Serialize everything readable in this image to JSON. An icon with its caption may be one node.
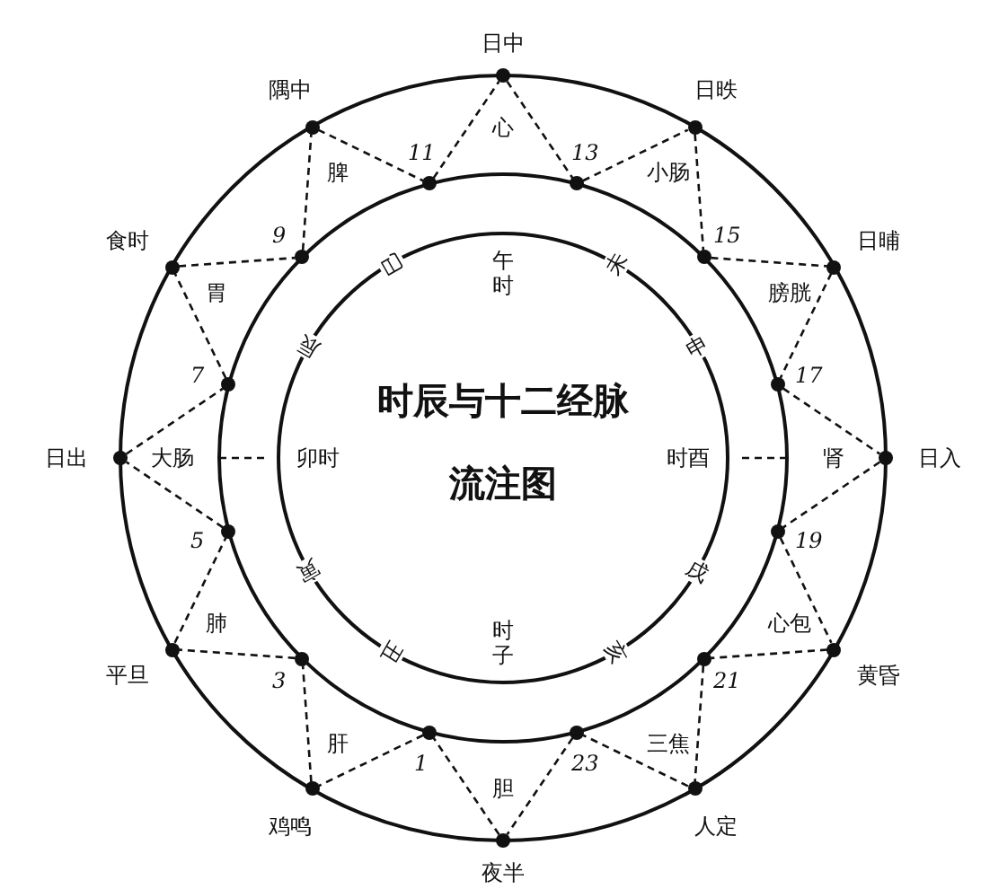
{
  "diagram": {
    "title": "时辰与十二经脉流注图",
    "nodes": [
      {
        "text": [],
        "shape": "circle",
        "beside": [
          "日中"
        ]
      },
      {
        "text": [],
        "shape": "circle",
        "beside": [
          "13"
        ]
      },
      {
        "text": [],
        "shape": "circle",
        "beside": [
          "日昳"
        ]
      },
      {
        "text": [],
        "shape": "circle",
        "beside": [
          "15"
        ]
      },
      {
        "text": [],
        "shape": "circle",
        "beside": [
          "日晡"
        ]
      },
      {
        "text": [],
        "shape": "circle",
        "beside": [
          "17"
        ]
      },
      {
        "text": [],
        "shape": "circle",
        "beside": [
          "日入"
        ]
      },
      {
        "text": [],
        "shape": "circle",
        "beside": [
          "19"
        ]
      },
      {
        "text": [],
        "shape": "circle",
        "beside": [
          "黄昏"
        ]
      },
      {
        "text": [],
        "shape": "circle",
        "beside": [
          "21"
        ]
      },
      {
        "text": [],
        "shape": "circle",
        "beside": [
          "人定"
        ]
      },
      {
        "text": [],
        "shape": "circle",
        "beside": [
          "23"
        ]
      },
      {
        "text": [],
        "shape": "circle",
        "beside": [
          "夜半"
        ]
      },
      {
        "text": [],
        "shape": "circle",
        "beside": [
          "1"
        ]
      },
      {
        "text": [],
        "shape": "circle",
        "beside": [
          "鸡鸣"
        ]
      },
      {
        "text": [],
        "shape": "circle",
        "beside": [
          "3"
        ]
      },
      {
        "text": [],
        "shape": "circle",
        "beside": [
          "平旦"
        ]
      },
      {
        "text": [],
        "shape": "circle",
        "beside": [
          "5"
        ]
      },
      {
        "text": [],
        "shape": "circle",
        "beside": [
          "日出"
        ]
      },
      {
        "text": [],
        "shape": "circle",
        "beside": [
          "7"
        ]
      },
      {
        "text": [],
        "shape": "circle",
        "beside": [
          "食时"
        ]
      },
      {
        "text": [],
        "shape": "circle",
        "beside": [
          "9"
        ]
      },
      {
        "text": [],
        "shape": "circle",
        "beside": [
          "隅中"
        ]
      },
      {
        "text": [],
        "shape": "circle",
        "beside": [
          "11"
        ]
      }
    ],
    "edges": [
      {
        "from": 0,
        "to": 1,
        "arrow": "none",
        "style": "dashed"
      },
      {
        "from": 1,
        "to": 2,
        "arrow": "none",
        "style": "dashed"
      },
      {
        "from": 2,
        "to": 3,
        "arrow": "none",
        "style": "dashed"
      },
      {
        "from": 3,
        "to": 4,
        "arrow": "none",
        "style": "dashed"
      },
      {
        "from": 4,
        "to": 5,
        "arrow": "none",
        "style": "dashed"
      },
      {
        "from": 5,
        "to": 6,
        "arrow": "none",
        "style": "dashed"
      },
      {
        "from": 6,
        "to": 7,
        "arrow": "none",
        "style": "dashed"
      },
      {
        "from": 7,
        "to": 8,
        "arrow": "none",
        "style": "dashed"
      },
      {
        "from": 8,
        "to": 9,
        "arrow": "none",
        "style": "dashed"
      },
      {
        "from": 9,
        "to": 10,
        "arrow": "none",
        "style": "dashed"
      },
      {
        "from": 10,
        "to": 11,
        "arrow": "none",
        "style": "dashed"
      },
      {
        "from": 11,
        "to": 12,
        "arrow": "none",
        "style": "dashed"
      },
      {
        "from": 12,
        "to": 13,
        "arrow": "none",
        "style": "dashed"
      },
      {
        "from": 13,
        "to": 14,
        "arrow": "none",
        "style": "dashed"
      },
      {
        "from": 14,
        "to": 15,
        "arrow": "none",
        "style": "dashed"
      },
      {
        "from": 15,
        "to": 16,
        "arrow": "none",
        "style": "dashed"
      },
      {
        "from": 16,
        "to": 17,
        "arrow": "none",
        "style": "dashed"
      },
      {
        "from": 17,
        "to": 18,
        "arrow": "none",
        "style": "dashed"
      },
      {
        "from": 18,
        "to": 19,
        "arrow": "none",
        "style": "dashed"
      },
      {
        "from": 19,
        "to": 20,
        "arrow": "none",
        "style": "dashed"
      },
      {
        "from": 20,
        "to": 21,
        "arrow": "none",
        "style": "dashed"
      },
      {
        "from": 21,
        "to": 22,
        "arrow": "none",
        "style": "dashed"
      },
      {
        "from": 22,
        "to": 23,
        "arrow": "none",
        "style": "dashed"
      },
      {
        "from": 23,
        "to": 0,
        "arrow": "none",
        "style": "dashed"
      }
    ],
    "labels": [
      "心",
      "小肠",
      "膀胱",
      "肾",
      "心包",
      "三焦",
      "胆",
      "肝",
      "肺",
      "大肠",
      "胃",
      "脾",
      "午时",
      "未",
      "申",
      "时酉",
      "戌",
      "亥",
      "时子",
      "丑",
      "寅",
      "卯时",
      "辰",
      "巳"
    ]
  }
}
